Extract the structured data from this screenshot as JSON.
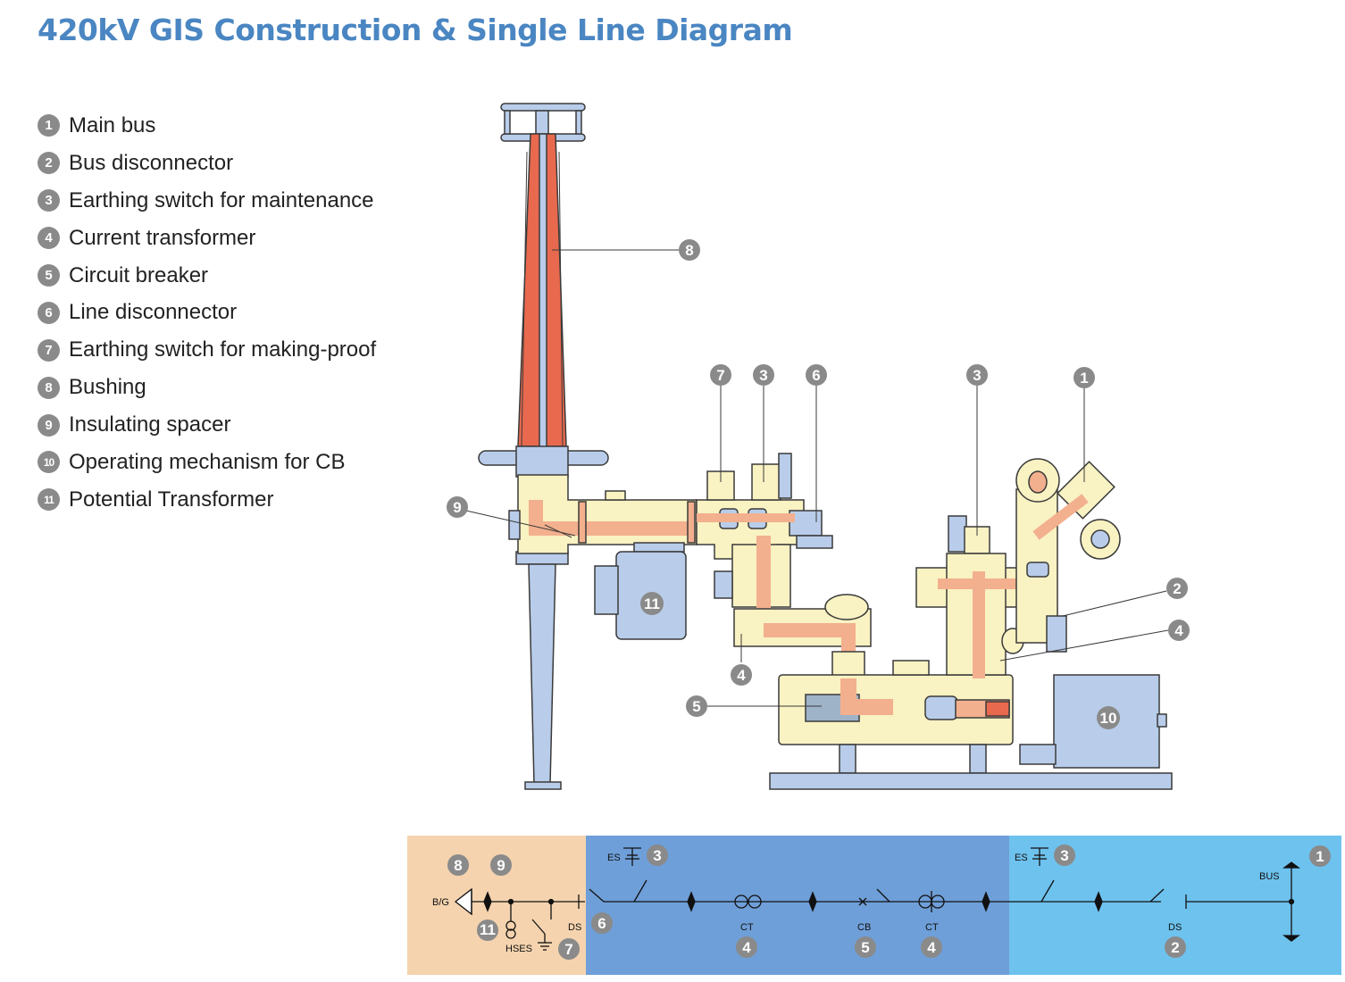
{
  "title": "420kV GIS Construction & Single Line Diagram",
  "legend": [
    {
      "num": "1",
      "label": "Main bus"
    },
    {
      "num": "2",
      "label": "Bus disconnector"
    },
    {
      "num": "3",
      "label": "Earthing switch for maintenance"
    },
    {
      "num": "4",
      "label": "Current transformer"
    },
    {
      "num": "5",
      "label": "Circuit breaker"
    },
    {
      "num": "6",
      "label": "Line disconnector"
    },
    {
      "num": "7",
      "label": "Earthing switch for making-proof"
    },
    {
      "num": "8",
      "label": "Bushing"
    },
    {
      "num": "9",
      "label": "Insulating spacer"
    },
    {
      "num": "10",
      "label": "Operating mechanism for CB"
    },
    {
      "num": "11",
      "label": "Potential Transformer"
    }
  ],
  "callouts": {
    "c8": "8",
    "c7": "7",
    "c3a": "3",
    "c6": "6",
    "c3b": "3",
    "c1": "1",
    "c9": "9",
    "c11": "11",
    "c2": "2",
    "c4a": "4",
    "c4b": "4",
    "c5": "5",
    "c10": "10"
  },
  "sld": {
    "bg": "B/G",
    "hses": "HSES",
    "ds_left": "DS",
    "es_left": "ES",
    "ct_left": "CT",
    "cb": "CB",
    "ct_right": "CT",
    "es_right": "ES",
    "ds_right": "DS",
    "bus": "BUS",
    "n8": "8",
    "n9": "9",
    "n11": "11",
    "n7": "7",
    "n6": "6",
    "n3a": "3",
    "n4a": "4",
    "n5": "5",
    "n4b": "4",
    "n3b": "3",
    "n2": "2",
    "n1": "1"
  },
  "colors": {
    "title": "#4a86c2",
    "enclosure": "#f9f2c2",
    "conductor": "#f3b08e",
    "bushing": "#e8694e",
    "support": "#b9cdea",
    "outline": "#3a3a3a",
    "panel_left": "#f4d3ae",
    "panel_mid": "#6f9fd8",
    "panel_right": "#6ec2ee",
    "badge": "#8a8a8a"
  }
}
